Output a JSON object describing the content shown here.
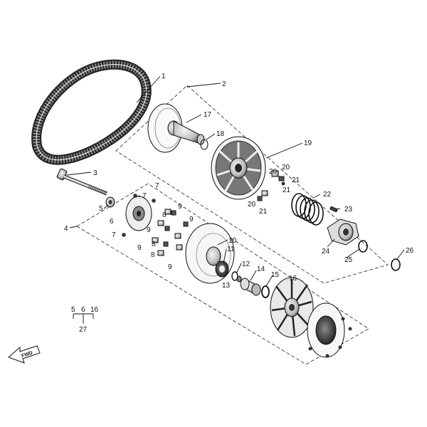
{
  "callouts": {
    "belt": "1",
    "driven_assembly": "2",
    "bolt": "3",
    "drive_assembly": "4",
    "n5": "5",
    "n6": "6",
    "n7a": "7",
    "n7b": "7",
    "n7c": "7",
    "n8a": "8",
    "n8b": "8",
    "n8c": "8",
    "n9a": "9",
    "n9b": "9",
    "n9c": "9",
    "n9d": "9",
    "n9e": "9",
    "n10": "10",
    "n11": "11",
    "n12": "12",
    "n13": "13",
    "n14": "14",
    "n15": "15",
    "n16": "16",
    "n17": "17",
    "n18": "18",
    "n19": "19",
    "n20a": "20",
    "n20b": "20",
    "n20c": "20",
    "n21a": "21",
    "n21b": "21",
    "n21c": "21",
    "n22": "22",
    "n23": "23",
    "n24": "24",
    "n25": "25",
    "n26": "26"
  },
  "kit_group": {
    "members": [
      "5",
      "6",
      "16"
    ],
    "kit": "27"
  },
  "direction_label": "FWD"
}
